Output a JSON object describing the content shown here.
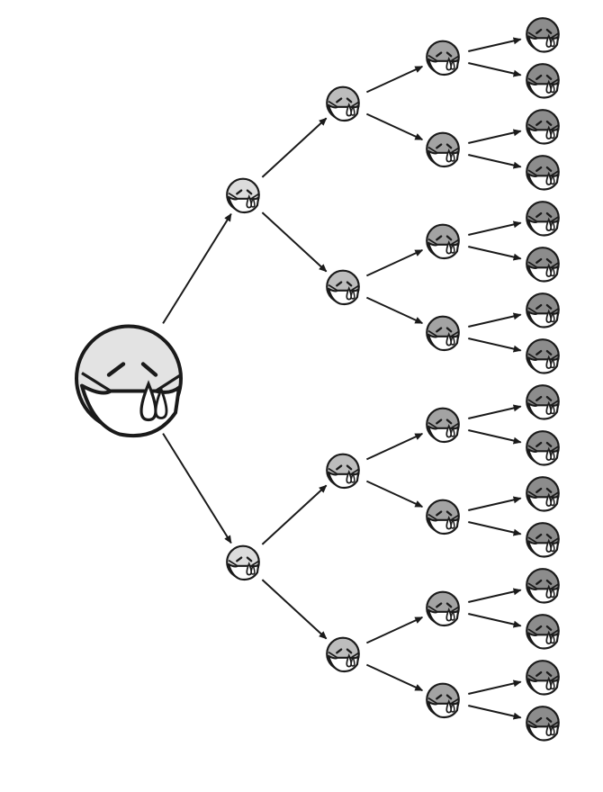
{
  "diagram": {
    "type": "branching-tree",
    "root": "sick-face-with-mask",
    "branching_factor": 2,
    "generations": 5,
    "node_counts": [
      1,
      2,
      4,
      8,
      16
    ],
    "node_icon": "sick-face-icon",
    "edge_icon": "arrow-icon",
    "colors": {
      "outline": "#1a1a1a",
      "generation_fills": [
        "#e3e3e3",
        "#dcdcdc",
        "#bdbdbd",
        "#a3a3a3",
        "#8c8c8c"
      ],
      "mask": "#ffffff",
      "background": "#ffffff"
    }
  }
}
